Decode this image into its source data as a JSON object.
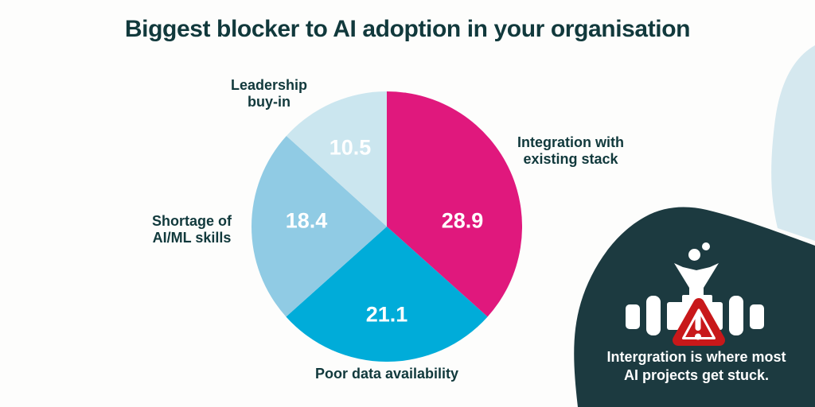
{
  "title": "Biggest blocker to AI adoption in your organisation",
  "chart_data": {
    "type": "pie",
    "title": "Biggest blocker to AI adoption in your organisation",
    "start_angle_deg": 0,
    "direction": "clockwise",
    "legend_position": "outside-labels",
    "value_label_color": "#FFFFFF",
    "segments": [
      {
        "label": "Integration with existing stack",
        "label_lines": [
          "Integration with",
          "existing stack"
        ],
        "value": 28.9,
        "color": "#E0187D"
      },
      {
        "label": "Poor data availability",
        "label_lines": [
          "Poor data availability"
        ],
        "value": 21.1,
        "color": "#00ACD9"
      },
      {
        "label": "Shortage of AI/ML skills",
        "label_lines": [
          "Shortage of",
          "AI/ML skills"
        ],
        "value": 18.4,
        "color": "#90CBE4"
      },
      {
        "label": "Leadership buy-in",
        "label_lines": [
          "Leadership",
          "buy-in"
        ],
        "value": 10.5,
        "color": "#CBE6EF"
      }
    ]
  },
  "callout": {
    "line1": "Intergration is where most",
    "line2": "AI projects get stuck.",
    "icon": "pipeline-funnel-warning-icon",
    "bg_color": "#1C3A40",
    "icon_color": "#FFFFFF",
    "warning_color": "#C8181A"
  },
  "colors": {
    "background": "#FDFDFC",
    "heading_text": "#11393C",
    "corner_blob": "#D5E8EF"
  }
}
